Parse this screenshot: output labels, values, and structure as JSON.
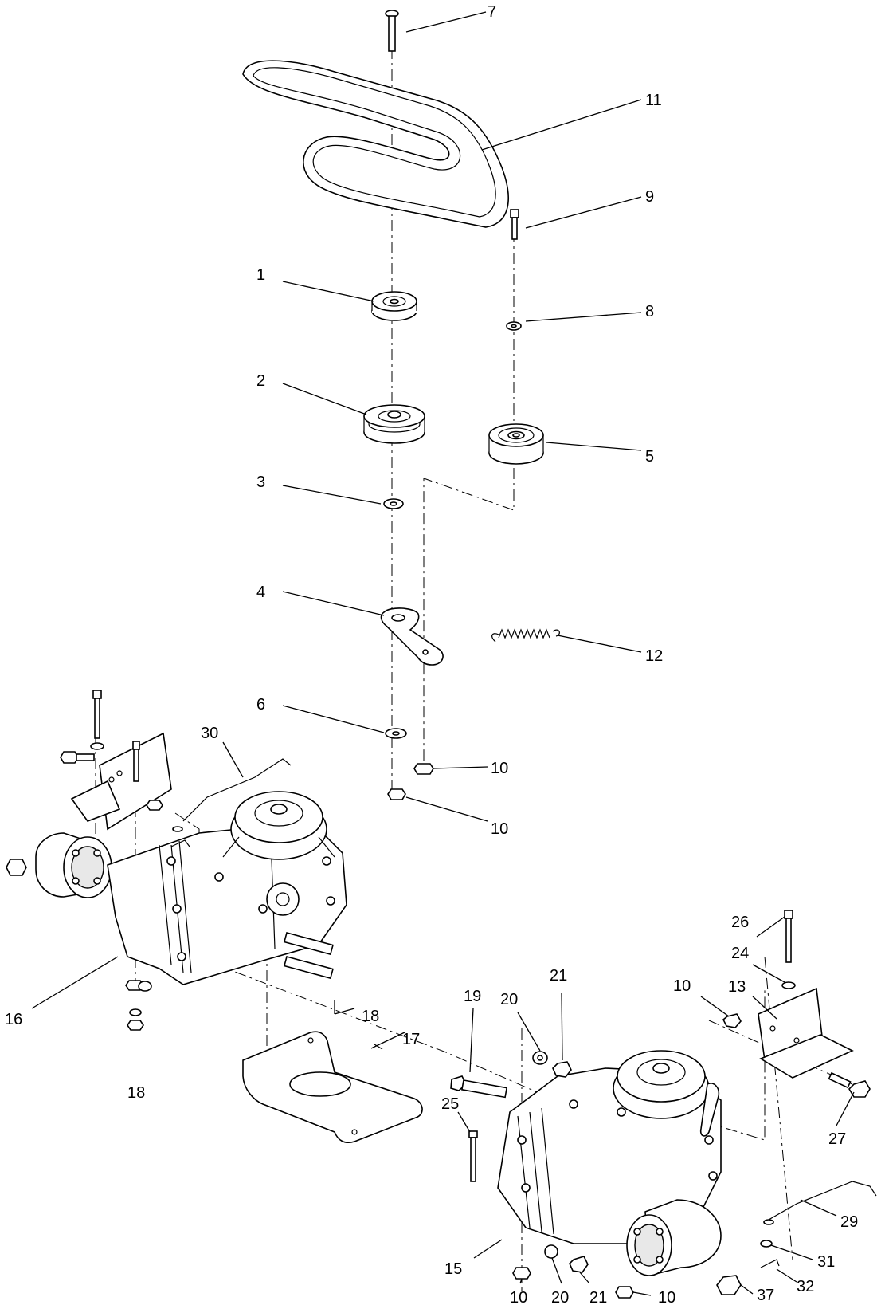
{
  "callouts": [
    {
      "id": "c7",
      "text": "7"
    },
    {
      "id": "c11",
      "text": "11"
    },
    {
      "id": "c9",
      "text": "9"
    },
    {
      "id": "c1",
      "text": "1"
    },
    {
      "id": "c8",
      "text": "8"
    },
    {
      "id": "c2",
      "text": "2"
    },
    {
      "id": "c5",
      "text": "5"
    },
    {
      "id": "c3",
      "text": "3"
    },
    {
      "id": "c4",
      "text": "4"
    },
    {
      "id": "c12",
      "text": "12"
    },
    {
      "id": "c6",
      "text": "6"
    },
    {
      "id": "c10a",
      "text": "10"
    },
    {
      "id": "c10b",
      "text": "10"
    },
    {
      "id": "c30",
      "text": "30"
    },
    {
      "id": "c16",
      "text": "16"
    },
    {
      "id": "c18a",
      "text": "18"
    },
    {
      "id": "c18b",
      "text": "18"
    },
    {
      "id": "c17",
      "text": "17"
    },
    {
      "id": "c19",
      "text": "19"
    },
    {
      "id": "c20a",
      "text": "20"
    },
    {
      "id": "c21a",
      "text": "21"
    },
    {
      "id": "c26",
      "text": "26"
    },
    {
      "id": "c24",
      "text": "24"
    },
    {
      "id": "c13",
      "text": "13"
    },
    {
      "id": "c10c",
      "text": "10"
    },
    {
      "id": "c25",
      "text": "25"
    },
    {
      "id": "c27",
      "text": "27"
    },
    {
      "id": "c29",
      "text": "29"
    },
    {
      "id": "c31",
      "text": "31"
    },
    {
      "id": "c15",
      "text": "15"
    },
    {
      "id": "c32",
      "text": "32"
    },
    {
      "id": "c37",
      "text": "37"
    },
    {
      "id": "c10d",
      "text": "10"
    },
    {
      "id": "c20b",
      "text": "20"
    },
    {
      "id": "c21b",
      "text": "21"
    },
    {
      "id": "c10e",
      "text": "10"
    }
  ]
}
